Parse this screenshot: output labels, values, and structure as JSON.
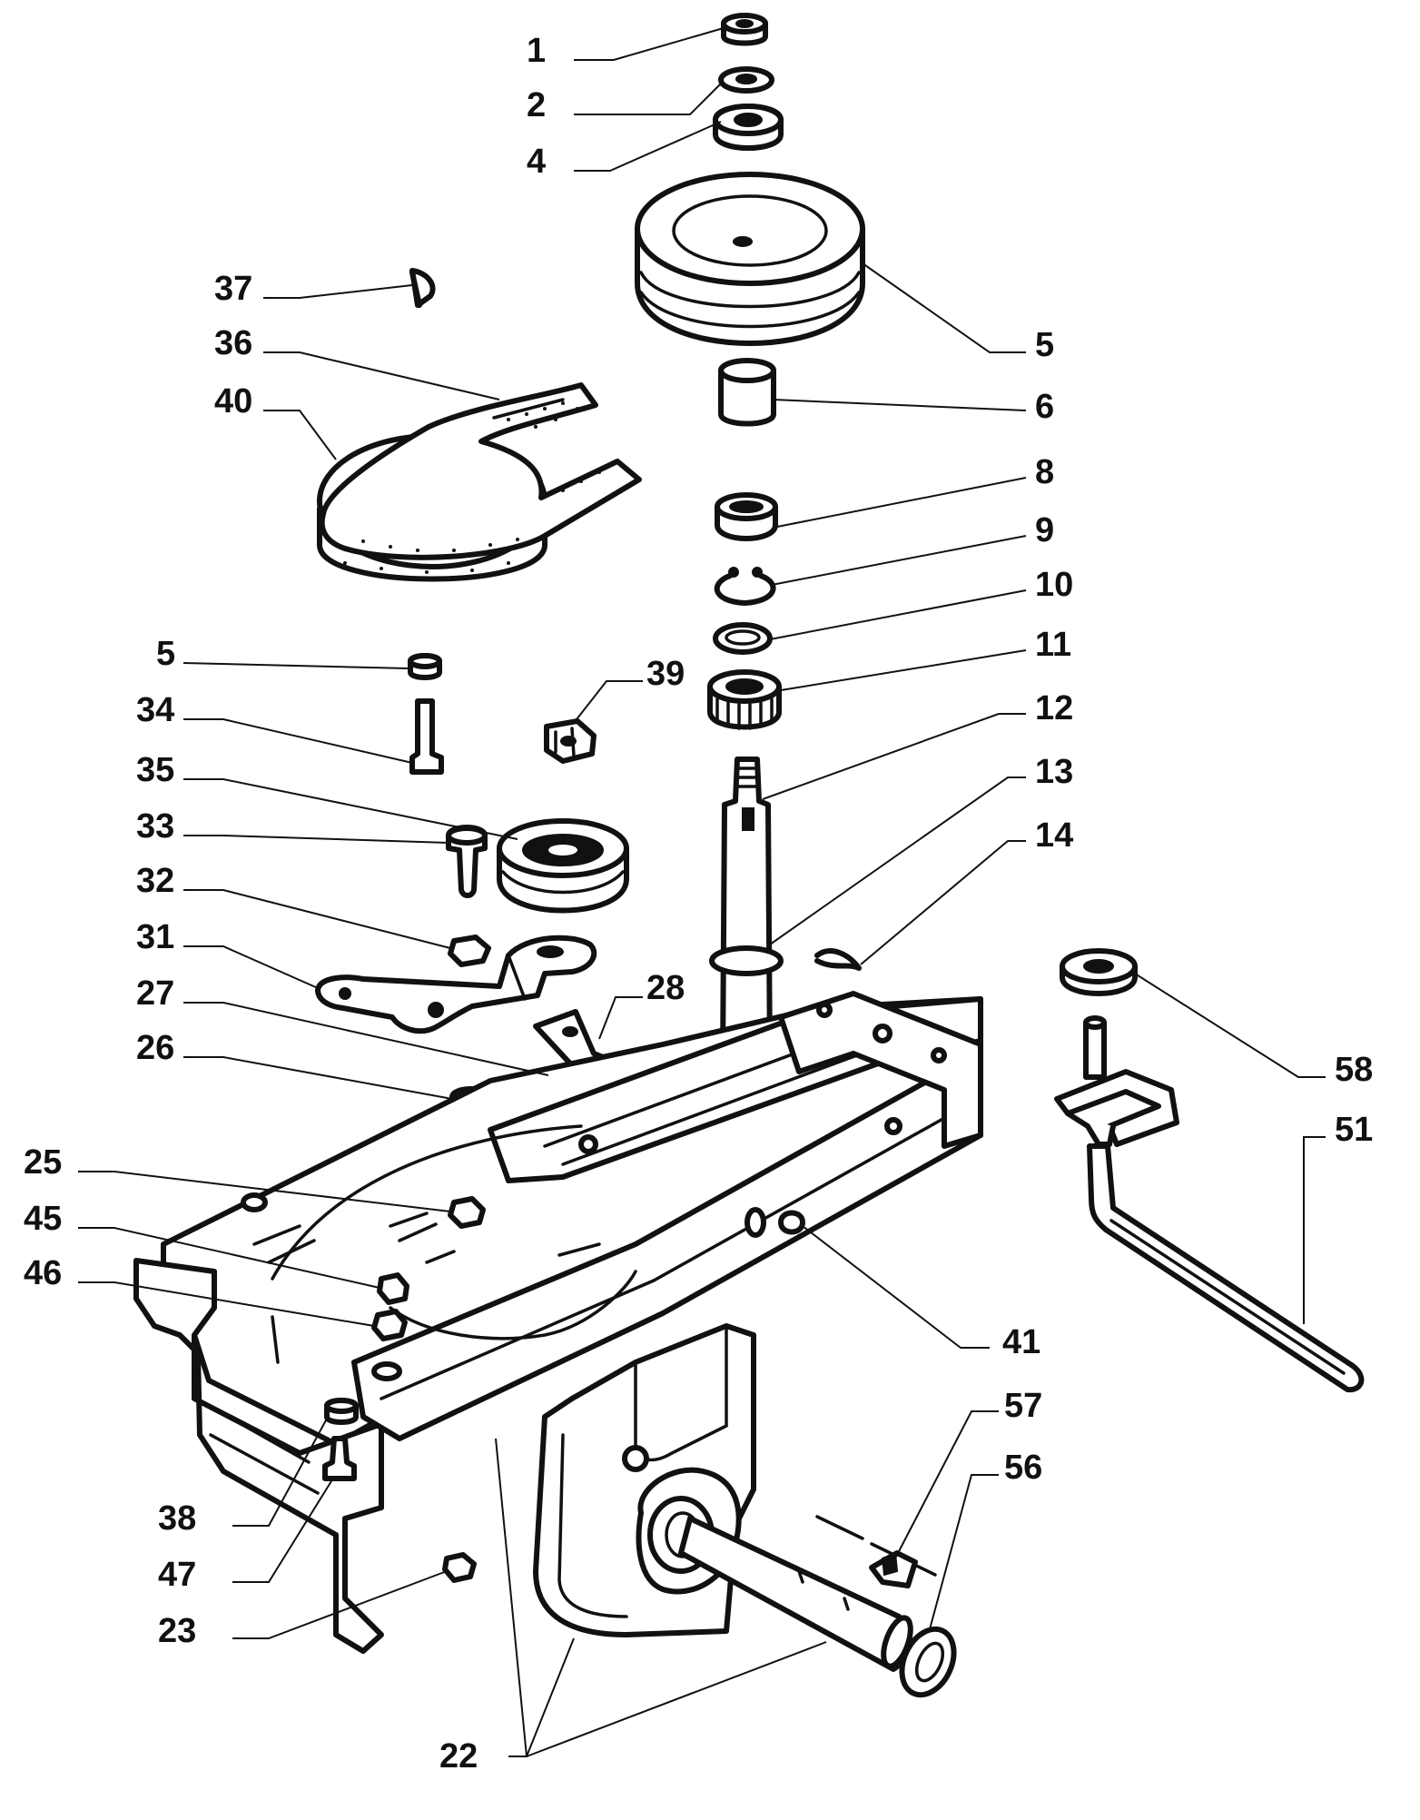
{
  "callouts": [
    "1",
    "2",
    "4",
    "5",
    "6",
    "8",
    "9",
    "10",
    "11",
    "12",
    "13",
    "14",
    "37",
    "36",
    "40",
    "5",
    "34",
    "39",
    "35",
    "33",
    "32",
    "31",
    "28",
    "27",
    "26",
    "25",
    "45",
    "46",
    "41",
    "58",
    "51",
    "38",
    "47",
    "57",
    "56",
    "23",
    "22"
  ]
}
